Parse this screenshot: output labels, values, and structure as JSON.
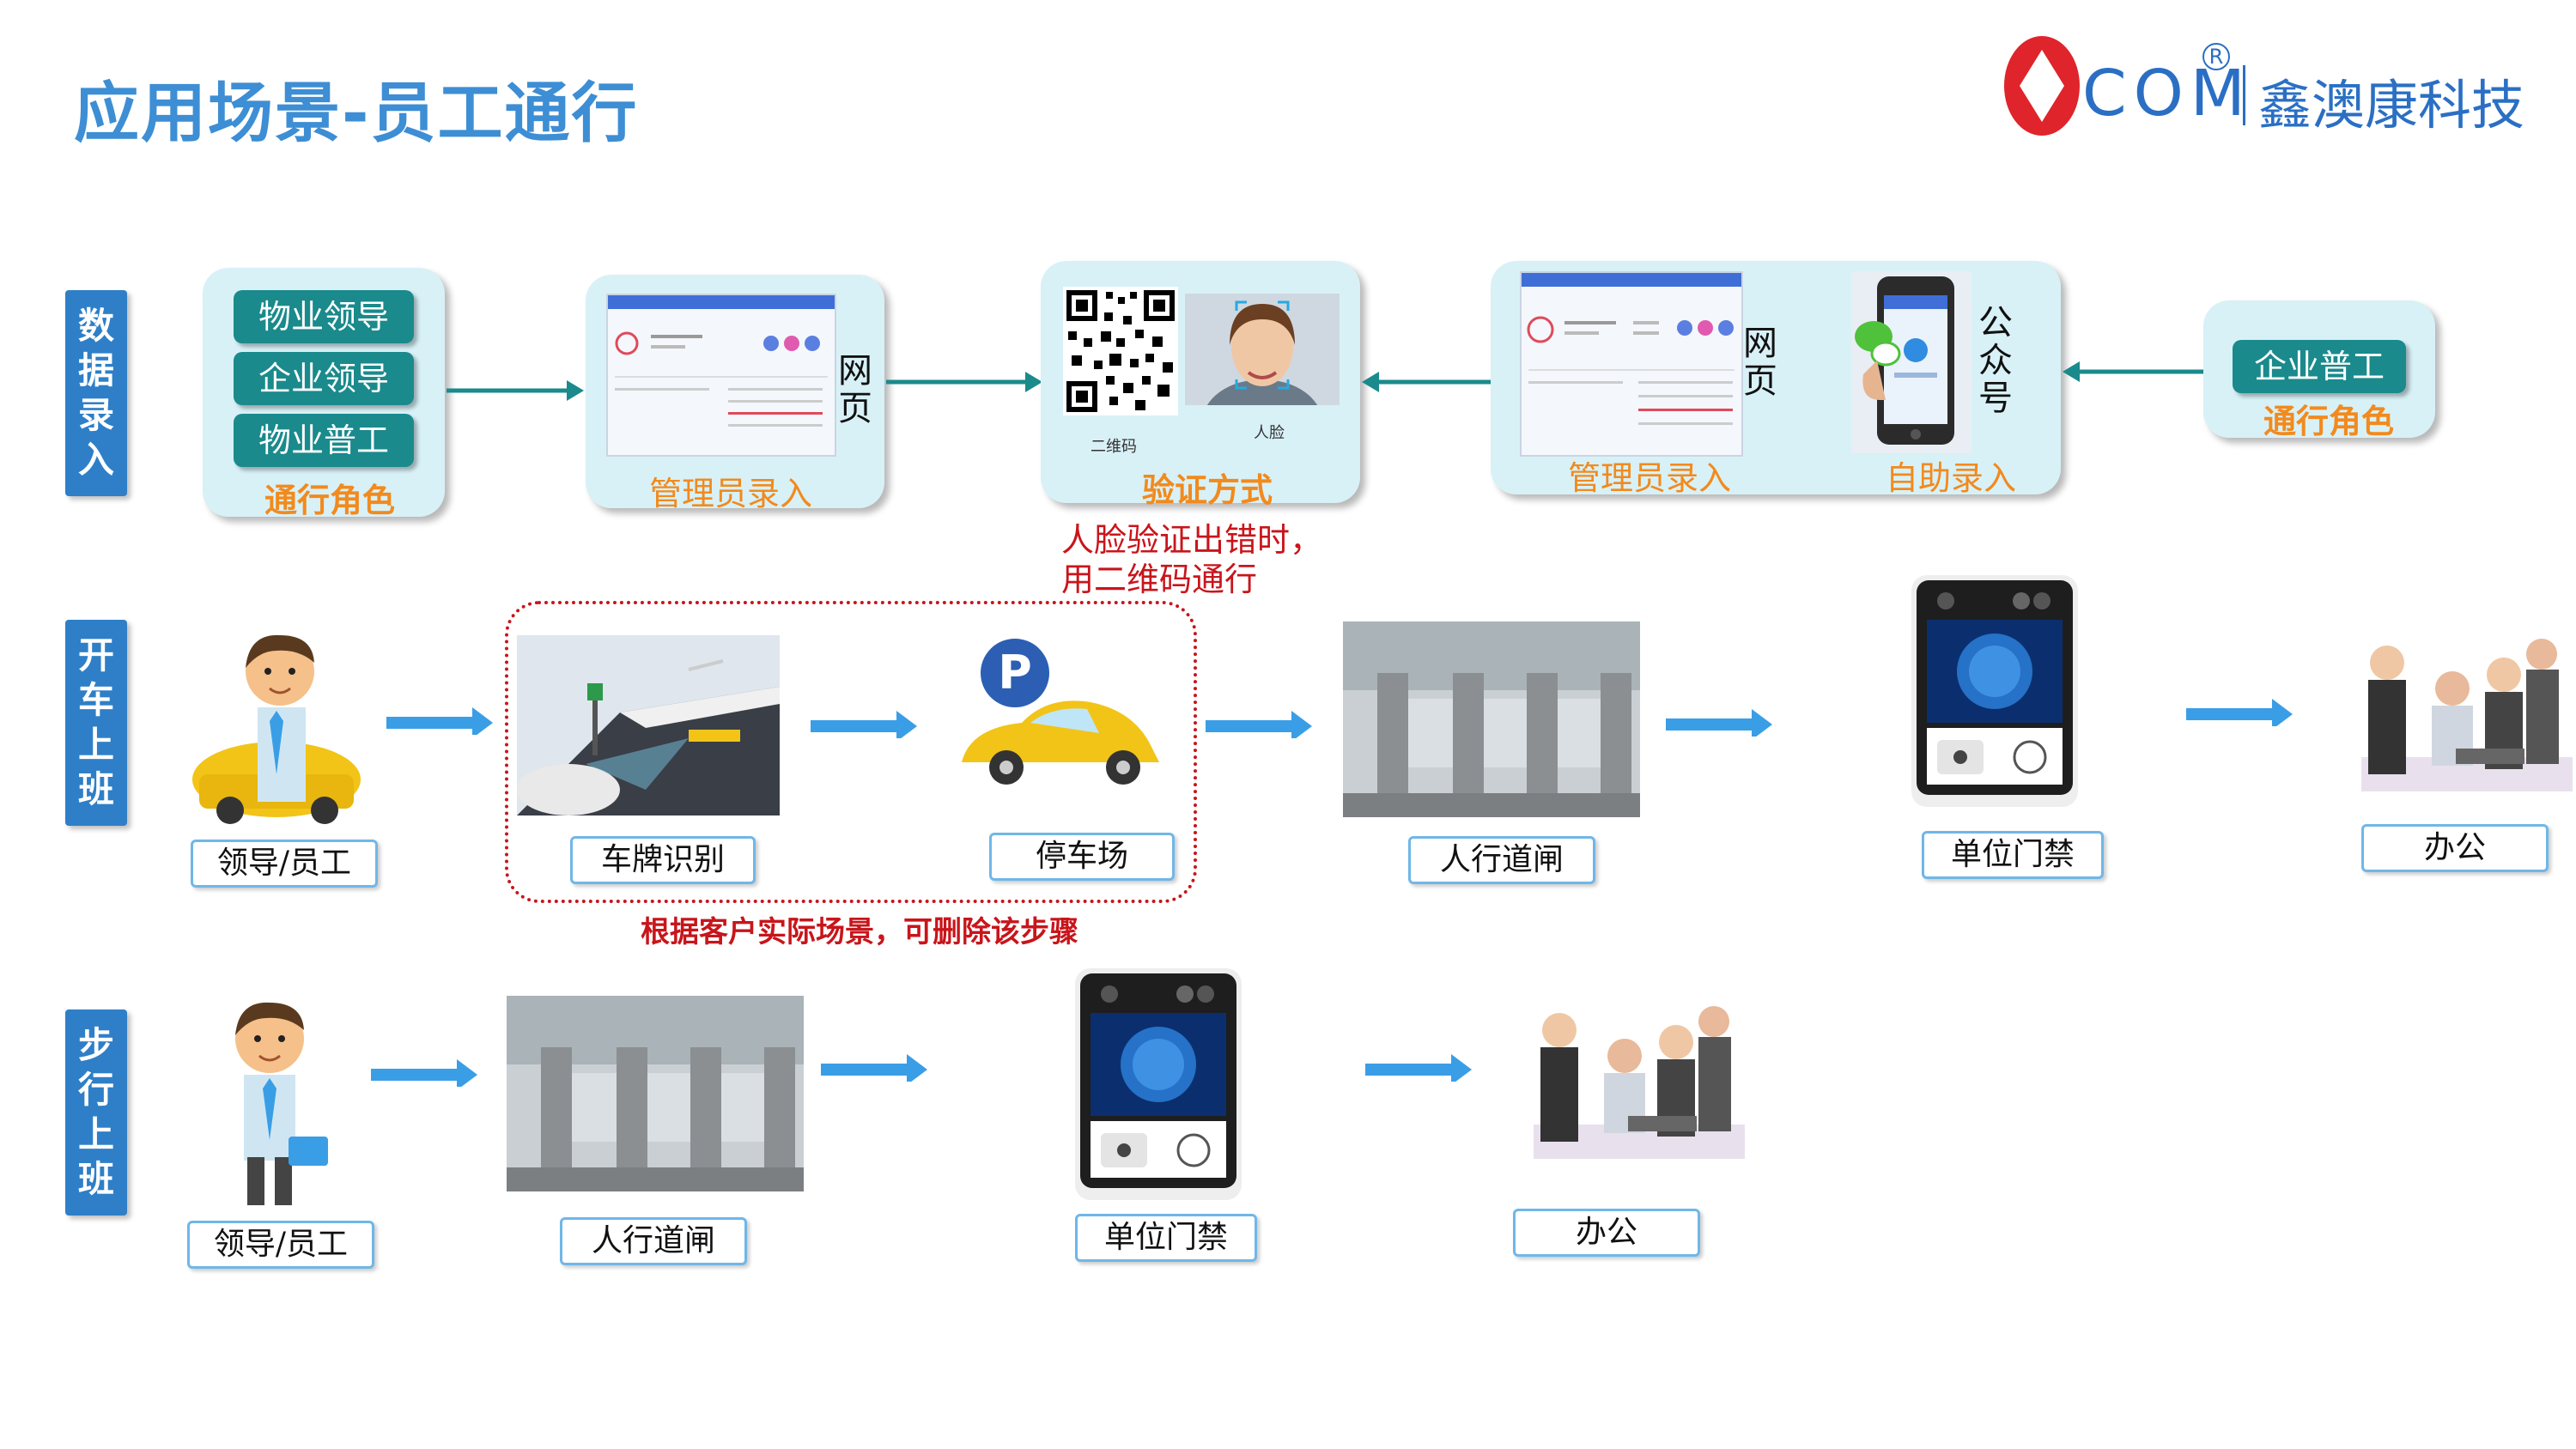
{
  "title": "应用场景-员工通行",
  "logo": {
    "brand": "COM",
    "registered": "R",
    "company": "鑫澳康科技",
    "colors": {
      "red": "#e0242b",
      "blue": "#2a6fc4"
    }
  },
  "row_labels": {
    "data_entry": "数据录入",
    "drive": "开车上班",
    "walk": "步行上班"
  },
  "data_entry": {
    "roles_box": {
      "items": [
        "物业领导",
        "企业领导",
        "物业普工"
      ],
      "caption": "通行角色"
    },
    "admin_box": {
      "side_label": "网页",
      "caption": "管理员录入"
    },
    "verify_box": {
      "qr_label": "二维码",
      "face_label": "人脸",
      "caption": "验证方式"
    },
    "entry_box": {
      "web_label": "网页",
      "wechat_label": "公众号",
      "admin_caption": "管理员录入",
      "self_caption": "自助录入"
    },
    "worker_box": {
      "item": "企业普工",
      "caption": "通行角色"
    },
    "face_error_note": [
      "人脸验证出错时，",
      "用二维码通行"
    ]
  },
  "drive": {
    "steps": [
      "领导/员工",
      "车牌识别",
      "停车场",
      "人行道闸",
      "单位门禁",
      "办公"
    ],
    "optional_note": "根据客户实际场景，可删除该步骤",
    "parking_symbol": "P"
  },
  "walk": {
    "steps": [
      "领导/员工",
      "人行道闸",
      "单位门禁",
      "办公"
    ]
  },
  "colors": {
    "accent": "#3d8ed4",
    "teal": "#1a8a8c",
    "orange": "#f28a1d",
    "red": "#c8151b",
    "panel": "#d8f1f7",
    "arrow": "#3a9ee6"
  }
}
